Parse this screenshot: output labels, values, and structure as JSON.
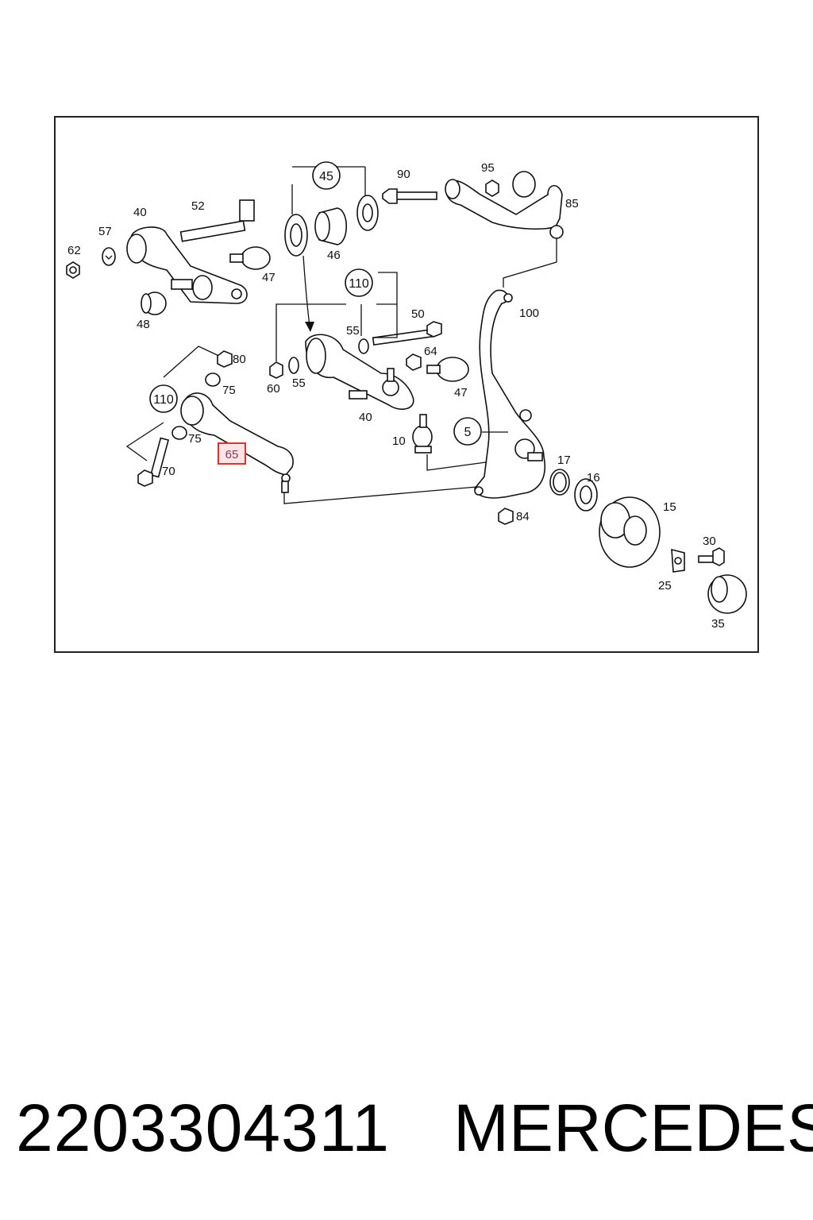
{
  "diagram": {
    "callouts": {
      "c62": "62",
      "c57": "57",
      "c40a": "40",
      "c52": "52",
      "c47a": "47",
      "c48": "48",
      "c45": "45",
      "c46": "46",
      "c90": "90",
      "c95": "95",
      "c85": "85",
      "c110a": "110",
      "c50": "50",
      "c55a": "55",
      "c64": "64",
      "c47b": "47",
      "c60": "60",
      "c55b": "55",
      "c40b": "40",
      "c100": "100",
      "c80": "80",
      "c75a": "75",
      "c110b": "110",
      "c75b": "75",
      "c65": "65",
      "c70": "70",
      "c10": "10",
      "c5": "5",
      "c17": "17",
      "c16": "16",
      "c15": "15",
      "c84": "84",
      "c30": "30",
      "c25": "25",
      "c35": "35"
    },
    "highlighted_callout": "65",
    "highlight_color": "#e03030"
  },
  "footer": {
    "part_number": "2203304311",
    "brand": "MERCEDES"
  }
}
